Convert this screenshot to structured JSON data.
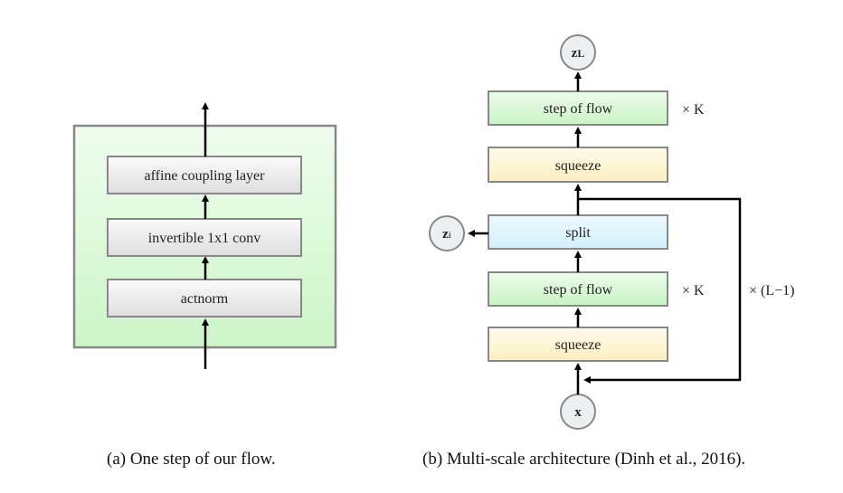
{
  "diagram_a": {
    "boxes": [
      "affine coupling layer",
      "invertible 1x1 conv",
      "actnorm"
    ],
    "caption": "(a) One step of our flow."
  },
  "diagram_b": {
    "nodes": {
      "top": {
        "main": "z",
        "sub": "L"
      },
      "side": {
        "main": "z",
        "sub": "i"
      },
      "input": {
        "main": "x"
      }
    },
    "boxes": {
      "step_top": "step of flow",
      "squeeze_top": "squeeze",
      "split": "split",
      "step_bottom": "step of flow",
      "squeeze_bottom": "squeeze"
    },
    "labels": {
      "repeat_k_top": "× K",
      "repeat_k_bottom": "× K",
      "repeat_l": "× (L−1)"
    },
    "caption": "(b) Multi-scale architecture (Dinh et al., 2016)."
  },
  "colors": {
    "outer_green": "#e6fbe3",
    "gray_box": "#eaeaea",
    "green_box": "#dcf8d8",
    "yellow_box": "#fdf3cc",
    "blue_box": "#dcf2fc",
    "node_fill": "#eeeff1",
    "border": "#888888"
  }
}
